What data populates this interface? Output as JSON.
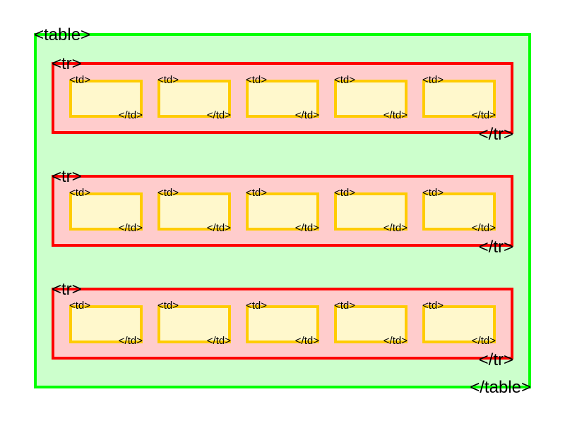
{
  "colors": {
    "table_border": "#00ff00",
    "table_fill": "#ccffcc",
    "row_border": "#ff0000",
    "row_fill": "#ffcccc",
    "cell_border": "#ffcc00",
    "cell_fill": "#fff8cc"
  },
  "table": {
    "open_tag": "<table>",
    "close_tag": "</table>",
    "rows": [
      {
        "open_tag": "<tr>",
        "close_tag": "</tr>",
        "cells": [
          {
            "open_tag": "<td>",
            "close_tag": "</td>"
          },
          {
            "open_tag": "<td>",
            "close_tag": "</td>"
          },
          {
            "open_tag": "<td>",
            "close_tag": "</td>"
          },
          {
            "open_tag": "<td>",
            "close_tag": "</td>"
          },
          {
            "open_tag": "<td>",
            "close_tag": "</td>"
          }
        ]
      },
      {
        "open_tag": "<tr>",
        "close_tag": "</tr>",
        "cells": [
          {
            "open_tag": "<td>",
            "close_tag": "</td>"
          },
          {
            "open_tag": "<td>",
            "close_tag": "</td>"
          },
          {
            "open_tag": "<td>",
            "close_tag": "</td>"
          },
          {
            "open_tag": "<td>",
            "close_tag": "</td>"
          },
          {
            "open_tag": "<td>",
            "close_tag": "</td>"
          }
        ]
      },
      {
        "open_tag": "<tr>",
        "close_tag": "</tr>",
        "cells": [
          {
            "open_tag": "<td>",
            "close_tag": "</td>"
          },
          {
            "open_tag": "<td>",
            "close_tag": "</td>"
          },
          {
            "open_tag": "<td>",
            "close_tag": "</td>"
          },
          {
            "open_tag": "<td>",
            "close_tag": "</td>"
          },
          {
            "open_tag": "<td>",
            "close_tag": "</td>"
          }
        ]
      }
    ]
  }
}
